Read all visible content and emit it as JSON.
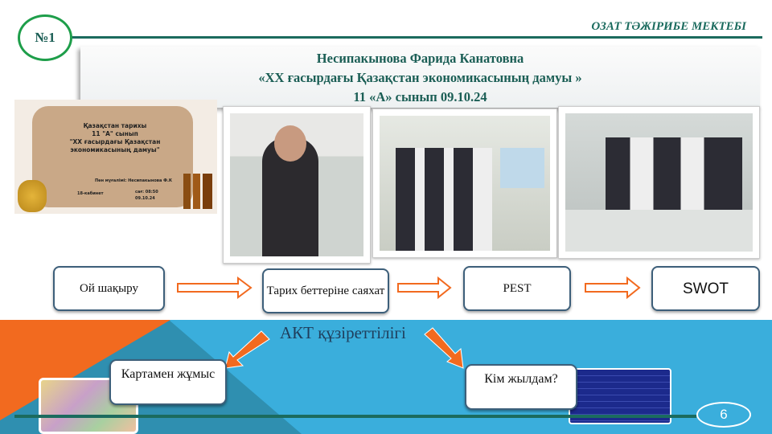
{
  "header": {
    "badge": "№1",
    "school": "ОЗАТ ТӘЖІРИБЕ МЕКТЕБІ"
  },
  "title": {
    "teacher": "Несипакынова   Фарида Канатовна",
    "topic": "«XX ғасырдағы Қазақстан экономикасының  дамуы »",
    "class_date": "11 «А» сынып   09.10.24"
  },
  "slide_card": {
    "subject": "Қазақстан тарихы",
    "class": "11 \"А\" сынып",
    "topic": "\"XX ғасырдағы Қазақстан экономикасының дамуы\"",
    "teacher": "Пән мұғалімі: Несипакынова Ф.К",
    "room": "18-кабинет",
    "time": "сағ: 08:50",
    "date": "09.10.24"
  },
  "flow": [
    "Ой шақыру",
    "Тарих беттеріне саяхат",
    "PEST",
    "SWOT"
  ],
  "ict": {
    "title": "АКТ құзіреттілігі",
    "left": "Картамен жұмыс",
    "right": "Кім жылдам?"
  },
  "page_number": "6",
  "colors": {
    "teal": "#1b6b5e",
    "green": "#1e9e4a",
    "orange": "#f26a1f",
    "blue": "#3aaedc"
  }
}
